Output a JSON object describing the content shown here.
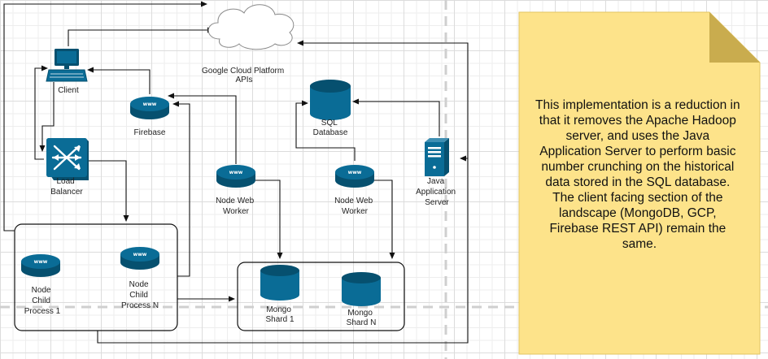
{
  "colors": {
    "icon_blue": "#0a6c96",
    "icon_dark": "#06506f",
    "note_fill": "#fde38a",
    "note_fold": "#c9ac4e",
    "line": "#111111"
  },
  "labels": {
    "gcp": [
      "Google Cloud Platform",
      "APIs"
    ],
    "client": [
      "Client"
    ],
    "firebase": [
      "Firebase"
    ],
    "sql": [
      "SQL",
      "Database"
    ],
    "load_balancer": [
      "Load",
      "Balancer"
    ],
    "node_worker_1": [
      "Node Web",
      "Worker"
    ],
    "node_worker_2": [
      "Node Web",
      "Worker"
    ],
    "java": [
      "Java",
      "Application",
      "Server"
    ],
    "node_child_1": [
      "Node",
      "Child",
      "Process 1"
    ],
    "node_child_n": [
      "Node",
      "Child",
      "Process N"
    ],
    "mongo_1": [
      "Mongo",
      "Shard 1"
    ],
    "mongo_n": [
      "Mongo",
      "Shard N"
    ]
  },
  "icons": {
    "client": "desktop-computer-icon",
    "firebase": "web-server-icon",
    "sql": "database-icon",
    "load_balancer": "load-balancer-icon",
    "node_worker": "web-server-icon",
    "java": "server-tower-icon",
    "node_child": "web-server-icon",
    "mongo": "database-icon",
    "gcp": "cloud-icon"
  },
  "web_icon_text": "www",
  "note": {
    "lines": [
      "This implementation is a reduction in",
      "that it removes the Apache Hadoop",
      "server, and uses the Java",
      "Application Server to perform basic",
      "number crunching on the historical",
      "data stored in the SQL database.",
      "The client facing section of the",
      "landscape (MongoDB, GCP,",
      "Firebase REST API) remain the",
      "same."
    ]
  }
}
